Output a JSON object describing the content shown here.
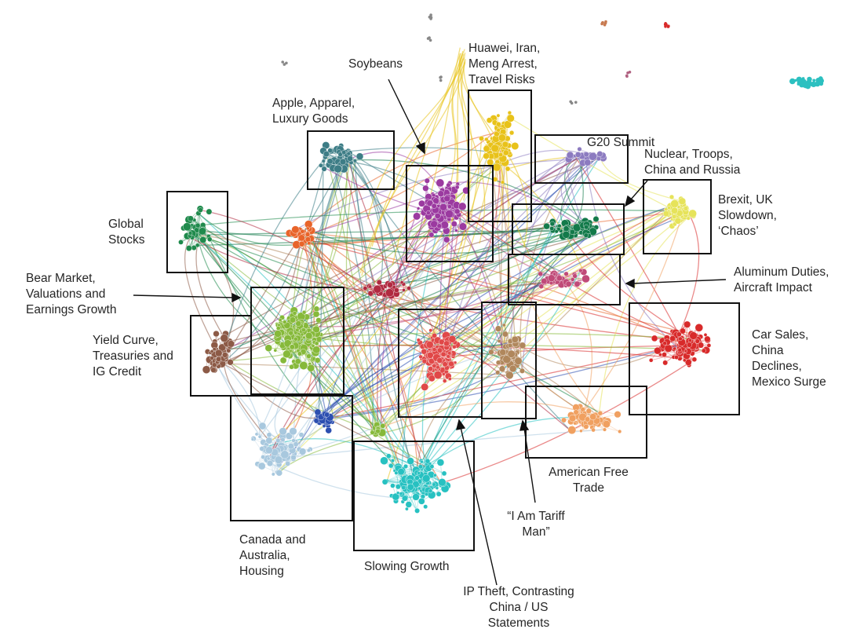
{
  "clusters": [
    {
      "id": "global-stocks",
      "label": "Global\nStocks",
      "color": "#1f8a4c"
    },
    {
      "id": "apple",
      "label": "Apple, Apparel,\nLuxury Goods",
      "color": "#3d7d86"
    },
    {
      "id": "soybeans",
      "label": "Soybeans",
      "color": "#9b3aa0"
    },
    {
      "id": "huawei",
      "label": "Huawei, Iran,\nMeng Arrest,\nTravel Risks",
      "color": "#e8c21a"
    },
    {
      "id": "g20",
      "label": "G20 Summit",
      "color": "#8c7bc0"
    },
    {
      "id": "nuclear",
      "label": "Nuclear, Troops,\nChina and Russia",
      "color": "#137a4a"
    },
    {
      "id": "brexit",
      "label": "Brexit, UK\nSlowdown,\n‘Chaos’",
      "color": "#e6e35a"
    },
    {
      "id": "aluminum",
      "label": "Aluminum Duties,\nAircraft Impact",
      "color": "#c04a78"
    },
    {
      "id": "bear-market",
      "label": "Bear Market,\nValuations and\nEarnings Growth",
      "color": "#86b93a"
    },
    {
      "id": "yield-curve",
      "label": "Yield Curve,\nTreasuries and\nIG Credit",
      "color": "#8c5a46"
    },
    {
      "id": "car-sales",
      "label": "Car Sales,\nChina\nDeclines,\nMexico Surge",
      "color": "#d82a2a"
    },
    {
      "id": "canada",
      "label": "Canada and\nAustralia,\nHousing",
      "color": "#a8c8de"
    },
    {
      "id": "slowing",
      "label": "Slowing Growth",
      "color": "#27c1c1"
    },
    {
      "id": "ip-theft",
      "label": "IP Theft, Contrasting\nChina / US\nStatements",
      "color": "#e04848"
    },
    {
      "id": "tariff-man",
      "label": "“I Am Tariff\nMan”",
      "color": "#b0875c"
    },
    {
      "id": "american-free-trade",
      "label": "American Free\nTrade",
      "color": "#f0a060"
    }
  ],
  "accent_colors": {
    "orange": "#e8642a",
    "blue": "#2c4fb0",
    "crimson": "#b02a40",
    "frame": "#111111"
  }
}
